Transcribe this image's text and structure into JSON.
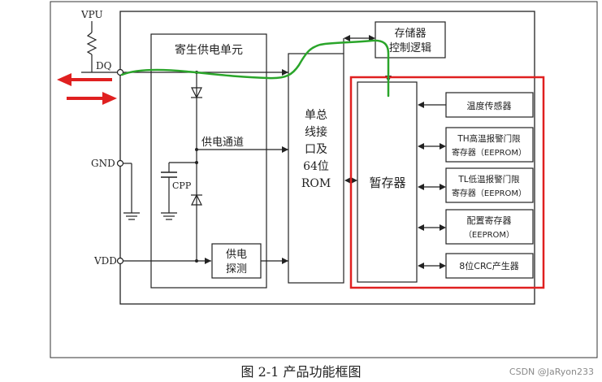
{
  "labels": {
    "vpu": "VPU",
    "dq": "DQ",
    "gnd": "GND",
    "vdd": "VDD",
    "cpp": "CPP",
    "parasitic_power_unit": "寄生供电单元",
    "power_channel": "供电通道",
    "power_detect_line1": "供电",
    "power_detect_line2": "探测",
    "bus_interface_lines": [
      "单总",
      "线接",
      "口及",
      "64位",
      "ROM"
    ],
    "memory_control_line1": "存储器",
    "memory_control_line2": "控制逻辑",
    "scratchpad": "暂存器",
    "temp_sensor": "温度传感器",
    "th_register_line1": "TH高温报警门限",
    "th_register_line2": "寄存器（EEPROM）",
    "tl_register_line1": "TL低温报警门限",
    "tl_register_line2": "寄存器（EEPROM）",
    "config_register_line1": "配置寄存器",
    "config_register_line2": "（EEPROM）",
    "crc_generator": "8位CRC产生器"
  },
  "caption": "图 2-1  产品功能框图",
  "watermark": "CSDN @JaRyon233",
  "colors": {
    "annotation_red": "#e02020",
    "annotation_green": "#2aa52a",
    "line": "#1a1a1a"
  }
}
